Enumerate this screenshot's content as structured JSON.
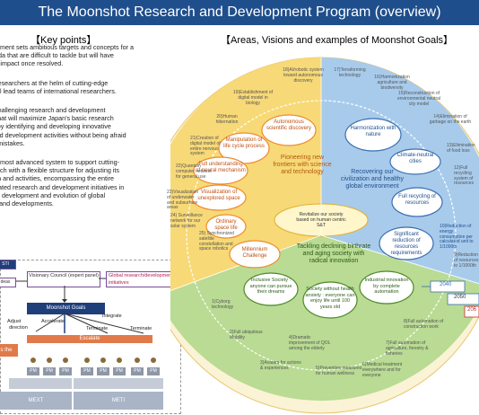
{
  "header": {
    "title": "The Moonshot Research and Development Program (overview)"
  },
  "key_points": {
    "title": "【Key points】",
    "points": [
      "overnment sets ambitious targets and concepts for a",
      "agenda that are difficult to tackle but will have",
      "great impact once resolved.",
      "ass researchers at the helm of cutting-edge",
      "ch will lead teams of international researchers.",
      "ate challenging research and development",
      "ves that will maximize Japan's basic research",
      "ities by identifying and developing innovative",
      "ch and development activities without being afraid",
      "cing mistakes.",
      "p the most advanced system to support cutting-",
      "esearch with a flexible structure for adjusting its",
      "zation and activities, encompassing the entire",
      "of related research and development initiatives in",
      "th the development and evolution of global",
      "ches and developments."
    ]
  },
  "areas": {
    "title": "【Areas, Visions and examples of Moonshot Goals】"
  },
  "diagram": {
    "sti": "STI",
    "ideas": "deas",
    "visionary": "Visionary Council (expert panel)",
    "global": "Global research/development initiatives",
    "moonshot_goals": "Moonshot Goals",
    "adjust": "Adjust",
    "direction": "direction",
    "accelerate": "Accelerate",
    "integrate": "Integrate",
    "terminate1": "Terminate",
    "terminate2": "Terminate",
    "escalate": "Escalate",
    "s_the": "s the",
    "pm": "PM",
    "mext": "MEXT",
    "meti": "METI"
  },
  "center": {
    "text": "Revitalize our society based on human centric S&T"
  },
  "sectors": [
    {
      "label": "Pioneering new frontiers with science and technology",
      "color": "#f5c842"
    },
    {
      "label": "Recovering our civilization and healthy global environment",
      "color": "#8fb7e0"
    },
    {
      "label": "Tackling declining birthrate and aging society with radical innovation",
      "color": "#a9cf7f"
    }
  ],
  "ovals": [
    {
      "text": "Autonomous scientific discovery",
      "type": "orange"
    },
    {
      "text": "Manipulation of life cycle process",
      "type": "orange"
    },
    {
      "text": "Full understanding of neural mechanism",
      "type": "orange"
    },
    {
      "text": "Visualization of unexplored space",
      "type": "orange"
    },
    {
      "text": "Ordinary space life",
      "type": "orange"
    },
    {
      "text": "Millennium Challenge",
      "type": "orange"
    },
    {
      "text": "Harmonization with nature",
      "type": "blue"
    },
    {
      "text": "Climate-neutral cities",
      "type": "blue"
    },
    {
      "text": "Full recycling of resources",
      "type": "blue"
    },
    {
      "text": "Significant reduction of resources requirements",
      "type": "blue"
    },
    {
      "text": "Inclusive Society : anyone can pursue their dreams",
      "type": "green"
    },
    {
      "text": "Society without health anxiety : everyone can enjoy life until 100 years old",
      "type": "green"
    },
    {
      "text": "Industrial innovation by complete automation",
      "type": "green"
    }
  ],
  "outer_labels": [
    "18)AI/robotic system toward autonomous discovery",
    "17)Terraforming technology",
    "16)Harmonization agriculture and biodiversity",
    "15)Reconstruction of environmental neutral city model",
    "19)Establishment of digital model in biology",
    "20)Human hibernation",
    "14)Elimination of garbage on the earth",
    "21)Creation of digital model of entire nervous system",
    "13)Elimination of food loss",
    "22)Quantum computer network for general use",
    "12)Full recycling system of resources",
    "23)Visualization of underwater and subsurface areas",
    "24) Surveillance network for our solar system",
    "25) Synchronized satellite constellation and space robotics",
    "10)Reduction of energy consumption per calculated unit to 1/1000th",
    "9)Reduction of resources to 1/1000th",
    "1)Cyborg technology",
    "2)Full ubiquitous Mobility",
    "3)Avatars for actions & experiences",
    "4)Dramatic improvement of QOL among the elderly",
    "5)Preventive measures for human wellness",
    "6)Medical treatment everywhere and for everyone",
    "7)Full automation of agriculture, forestry & fisheries",
    "8)Full automation of construction work"
  ],
  "years": {
    "y2040": "2040",
    "y2050": "2050",
    "y2060": "206"
  }
}
